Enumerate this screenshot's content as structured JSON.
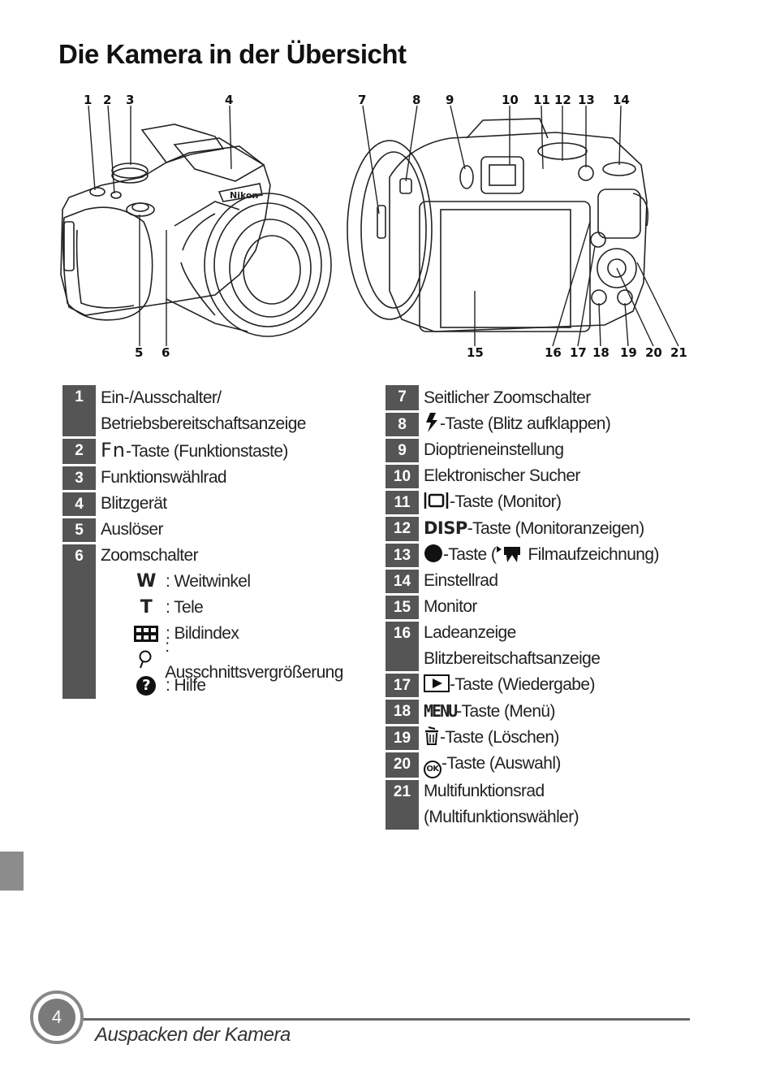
{
  "title": "Die Kamera in der Übersicht",
  "figure_front": {
    "callouts_top": [
      "1",
      "2",
      "3",
      "4"
    ],
    "callouts_bottom": [
      "5",
      "6"
    ],
    "brand": "Nikon"
  },
  "figure_back": {
    "callouts_top": [
      "7",
      "8",
      "9",
      "10",
      "11",
      "12",
      "13",
      "14"
    ],
    "callouts_bottom": [
      "15",
      "16",
      "17",
      "18",
      "19",
      "20",
      "21"
    ]
  },
  "legend_left": [
    {
      "num": "1",
      "lines": [
        "Ein-/Ausschalter/",
        "Betriebsbereitschaftsanzeige"
      ]
    },
    {
      "num": "2",
      "icon": "fn-icon",
      "icon_text": "Fn",
      "text": "-Taste (Funktionstaste)"
    },
    {
      "num": "3",
      "lines": [
        "Funktionswählrad"
      ]
    },
    {
      "num": "4",
      "lines": [
        "Blitzgerät"
      ]
    },
    {
      "num": "5",
      "lines": [
        "Auslöser"
      ]
    },
    {
      "num": "6",
      "lines": [
        "Zoomschalter"
      ],
      "sub": [
        {
          "icon": "wide-icon",
          "icon_text": "W",
          "text": ": Weitwinkel"
        },
        {
          "icon": "tele-icon",
          "icon_text": "T",
          "text": ": Tele"
        },
        {
          "icon": "thumbnail-icon",
          "text": ": Bildindex"
        },
        {
          "icon": "zoom-magnifier-icon",
          "text": ": Ausschnittsvergrößerung"
        },
        {
          "icon": "help-icon",
          "icon_text": "?",
          "text": ": Hilfe"
        }
      ]
    }
  ],
  "legend_right": [
    {
      "num": "7",
      "text": "Seitlicher Zoomschalter"
    },
    {
      "num": "8",
      "icon": "flash-icon",
      "text": "-Taste (Blitz aufklappen)"
    },
    {
      "num": "9",
      "text": "Dioptrieneinstellung"
    },
    {
      "num": "10",
      "text": "Elektronischer Sucher"
    },
    {
      "num": "11",
      "icon": "monitor-icon",
      "text": "-Taste (Monitor)"
    },
    {
      "num": "12",
      "icon": "disp-icon",
      "icon_text": "DISP",
      "text": "-Taste (Monitoranzeigen)"
    },
    {
      "num": "13",
      "icon": "record-icon",
      "text": "-Taste (",
      "icon2": "movie-icon",
      "text2": " Filmaufzeichnung)"
    },
    {
      "num": "14",
      "text": "Einstellrad"
    },
    {
      "num": "15",
      "text": "Monitor"
    },
    {
      "num": "16",
      "lines": [
        "Ladeanzeige",
        "Blitzbereitschaftsanzeige"
      ]
    },
    {
      "num": "17",
      "icon": "play-icon",
      "text": "-Taste (Wiedergabe)"
    },
    {
      "num": "18",
      "icon": "menu-icon",
      "icon_text": "MENU",
      "text": "-Taste (Menü)"
    },
    {
      "num": "19",
      "icon": "trash-icon",
      "text": "-Taste (Löschen)"
    },
    {
      "num": "20",
      "icon": "ok-icon",
      "icon_text": "OK",
      "text": "-Taste (Auswahl)"
    },
    {
      "num": "21",
      "lines": [
        "Multifunktionsrad",
        "(Multifunktionswähler)"
      ]
    }
  ],
  "footer": {
    "page": "4",
    "section": "Auspacken der Kamera"
  }
}
